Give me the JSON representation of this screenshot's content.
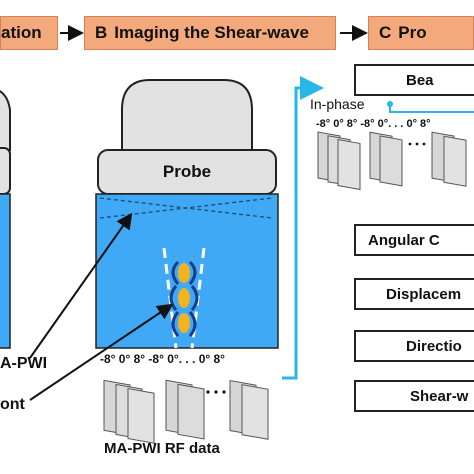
{
  "stages": [
    {
      "letter": "",
      "label": "ation"
    },
    {
      "letter": "B",
      "label": "Imaging the Shear-wave"
    },
    {
      "letter": "C",
      "label": "Pro"
    }
  ],
  "probe_label": "Probe",
  "left_labels": {
    "top": "A-PWI",
    "bottom": "ont"
  },
  "angles_label_probe": "-8° 0° 8° -8° 0°. . . 0° 8°",
  "angles_label_right": "-8° 0° 8° -8° 0°. . . 0° 8°",
  "rf_data_label": "MA-PWI RF data",
  "inphase_label": "In-phase",
  "process_boxes": [
    "Bea",
    "Angular C",
    "Displacem",
    "Directio",
    "Shear-w"
  ],
  "colors": {
    "stage_bg": "#f4a97c",
    "tissue": "#3fa9f5",
    "probe": "#e2e2e2",
    "accent_cyan": "#29b6e8",
    "wave": "#f2b320"
  }
}
